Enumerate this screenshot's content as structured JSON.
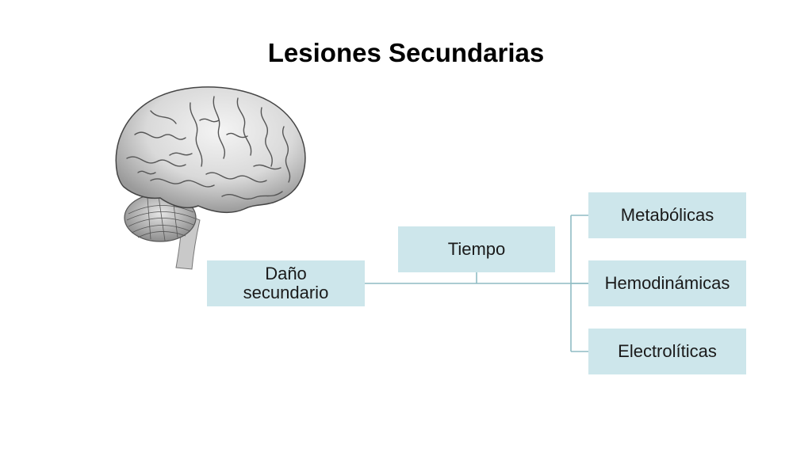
{
  "slide": {
    "title": "Lesiones Secundarias"
  },
  "diagram": {
    "root": {
      "label": "Daño secundario"
    },
    "middle": {
      "label": "Tiempo"
    },
    "children": [
      {
        "label": "Metabólicas"
      },
      {
        "label": "Hemodinámicas"
      },
      {
        "label": "Electrolíticas"
      }
    ]
  },
  "colors": {
    "box_fill": "#cde6eb",
    "connector": "#8fbcc4",
    "title": "#000000"
  },
  "illustration": {
    "name": "brain-illustration"
  }
}
